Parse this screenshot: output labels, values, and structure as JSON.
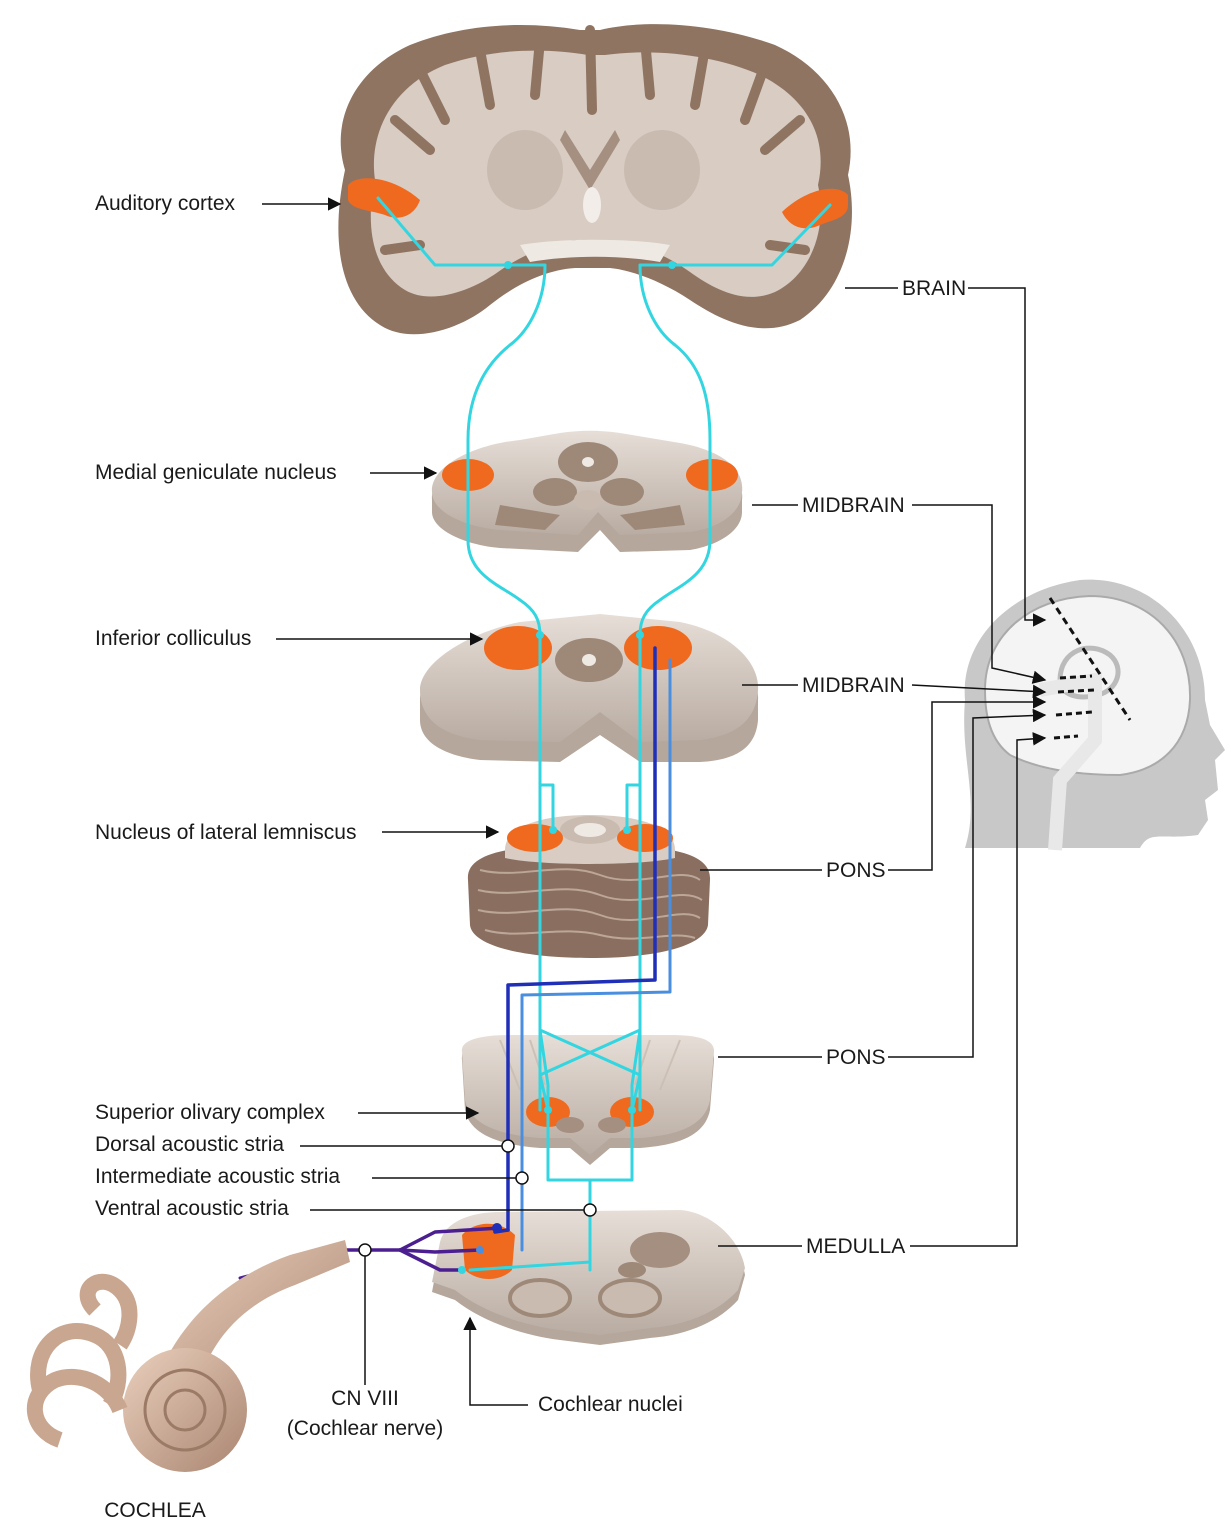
{
  "labels": {
    "auditory_cortex": "Auditory cortex",
    "medial_geniculate": "Medial geniculate nucleus",
    "inferior_colliculus": "Inferior colliculus",
    "lateral_lemniscus": "Nucleus of lateral lemniscus",
    "superior_olivary": "Superior olivary complex",
    "dorsal_stria": "Dorsal acoustic stria",
    "intermediate_stria": "Intermediate acoustic stria",
    "ventral_stria": "Ventral acoustic stria",
    "cn_viii": "CN VIII",
    "cochlear_nerve": "(Cochlear nerve)",
    "cochlear_nuclei": "Cochlear nuclei",
    "cochlea": "COCHLEA"
  },
  "levels": {
    "brain": "BRAIN",
    "midbrain_1": "MIDBRAIN",
    "midbrain_2": "MIDBRAIN",
    "pons_1": "PONS",
    "pons_2": "PONS",
    "medulla": "MEDULLA"
  },
  "colors": {
    "pathway_cyan": "#33d6e0",
    "pathway_dark_blue": "#1f2fb8",
    "pathway_mid_blue": "#4a8ee0",
    "pathway_purple": "#4b1f8f",
    "nucleus_orange": "#ef6a1f",
    "gray_matter": "#8f7462",
    "white_matter": "#d8ccc3",
    "head_silhouette": "#c8c8c8"
  }
}
